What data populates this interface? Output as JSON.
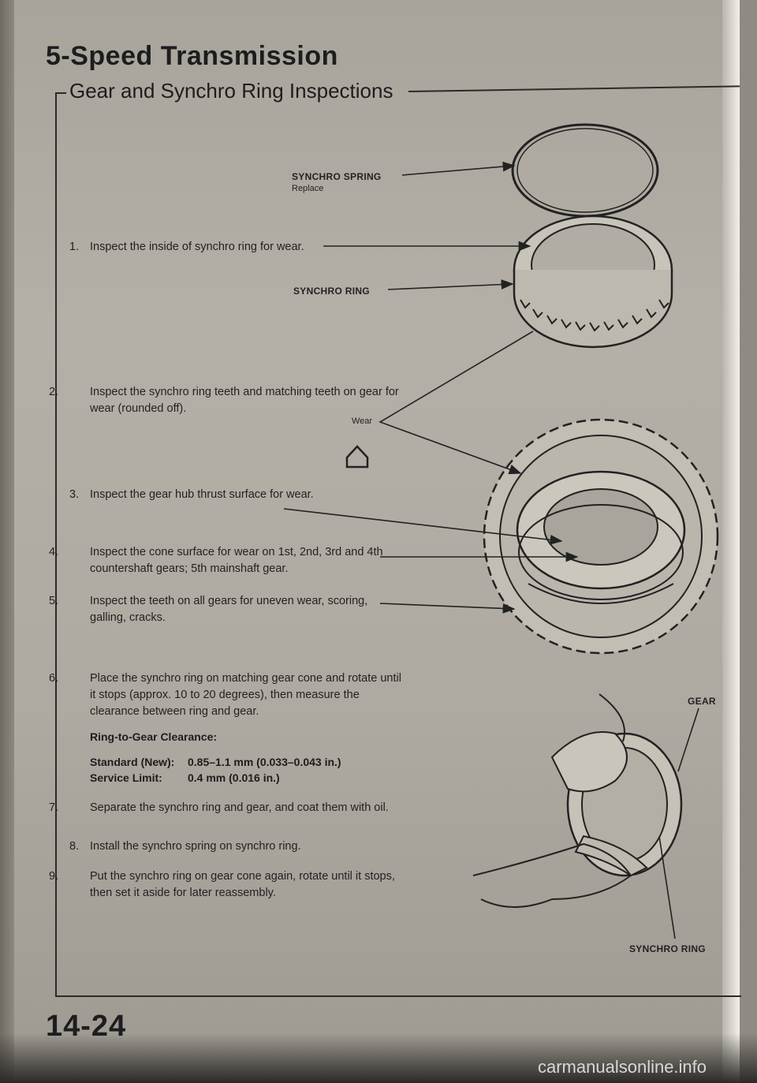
{
  "header": {
    "section_title": "5-Speed Transmission",
    "subsection_title": "Gear and Synchro Ring Inspections"
  },
  "callouts": {
    "synchro_spring": "SYNCHRO SPRING",
    "synchro_spring_note": "Replace",
    "synchro_ring_top": "SYNCHRO RING",
    "wear": "Wear",
    "gear": "GEAR",
    "synchro_ring_bottom": "SYNCHRO RING"
  },
  "steps": [
    {
      "num": "1.",
      "text": "Inspect the inside of synchro ring for wear."
    },
    {
      "num": "2.",
      "text": "Inspect the synchro ring teeth and matching teeth on gear for wear (rounded off)."
    },
    {
      "num": "3.",
      "text": "Inspect the gear hub thrust surface for wear."
    },
    {
      "num": "4.",
      "text": "Inspect the cone surface for wear on 1st, 2nd, 3rd and 4th countershaft gears; 5th mainshaft gear."
    },
    {
      "num": "5.",
      "text": "Inspect the teeth on all gears for uneven wear, scoring, galling, cracks."
    },
    {
      "num": "6.",
      "text": "Place the synchro ring on matching gear cone and rotate until it stops (approx. 10 to 20 degrees), then measure the clearance between ring and gear."
    },
    {
      "num": "7.",
      "text": "Separate the synchro ring and gear, and coat them with oil."
    },
    {
      "num": "8.",
      "text": "Install the synchro spring on synchro ring."
    },
    {
      "num": "9.",
      "text": "Put the synchro ring on gear cone again, rotate until it stops, then set it aside for later reassembly."
    }
  ],
  "spec": {
    "heading": "Ring-to-Gear Clearance:",
    "standard_label": "Standard (New):",
    "standard_value": "0.85–1.1 mm (0.033–0.043 in.)",
    "limit_label": "Service Limit:",
    "limit_value": "0.4 mm (0.016 in.)"
  },
  "footer": {
    "page_number": "14-24",
    "watermark": "carmanualsonline.info"
  }
}
